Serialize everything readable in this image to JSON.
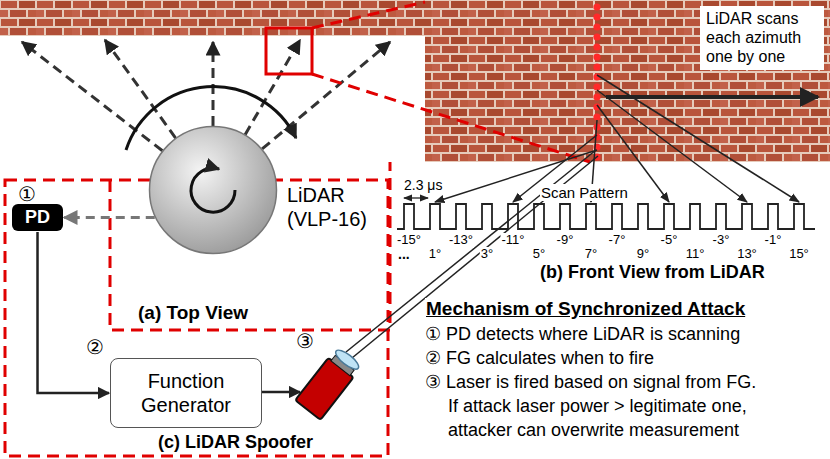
{
  "diagram": {
    "nodes": [
      {
        "text": [
          "LiDAR (VLP-16)"
        ]
      },
      {
        "text": [
          "PD"
        ]
      },
      {
        "text": [
          "Function Generator"
        ]
      },
      {
        "text": [
          "LiDAR scans each azimuth one by one"
        ]
      }
    ],
    "edges": [
      {
        "from": 0,
        "to": 1,
        "arrow": "to"
      },
      {
        "from": 1,
        "to": 2,
        "arrow": "to"
      }
    ],
    "labels": [
      "①",
      "②",
      "③",
      "(a) Top View",
      "(b) Front View from LiDAR",
      "(c) LiDAR Spoofer",
      "2.3 μs",
      "Scan Pattern",
      "-15°",
      "1°",
      "-13°",
      "3°",
      "-11°",
      "5°",
      "-9°",
      "7°",
      "-7°",
      "9°",
      "-5°",
      "11°",
      "-3°",
      "13°",
      "-1°",
      "15°",
      "...",
      "Mechanism of Synchronized Attack",
      "① PD detects where LiDAR is scanning",
      "② FG calculates when to fire",
      "③ Laser is fired based on signal from FG.",
      "If attack laser power > legitimate one,",
      "attacker can overwrite measurement"
    ]
  }
}
